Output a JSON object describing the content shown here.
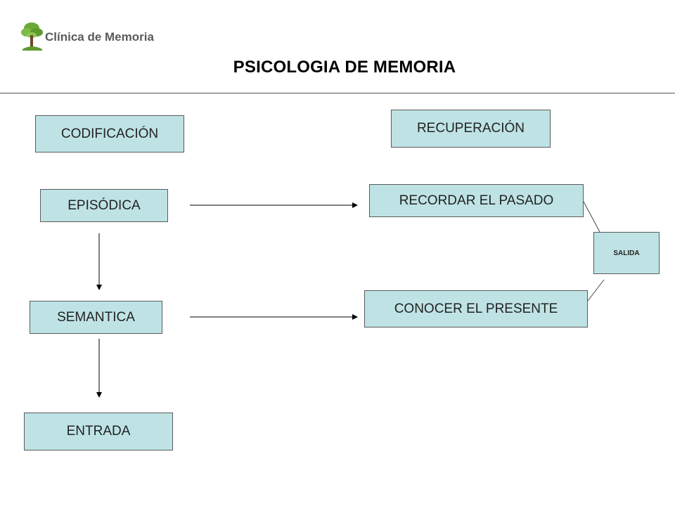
{
  "header": {
    "logo_text": "Clínica de Memoria",
    "title": "PSICOLOGIA DE MEMORIA"
  },
  "colors": {
    "box_fill": "#bfe3e5",
    "box_border": "#5a5a5a",
    "logo_green": "#5e9a2f"
  },
  "diagram": {
    "nodes": {
      "codificacion": "CODIFICACIÓN",
      "recuperacion": "RECUPERACIÓN",
      "episodica": "EPISÓDICA",
      "recordar": "RECORDAR EL PASADO",
      "salida": "SALIDA",
      "semantica": "SEMANTICA",
      "conocer": "CONOCER EL PRESENTE",
      "entrada": "ENTRADA"
    }
  }
}
